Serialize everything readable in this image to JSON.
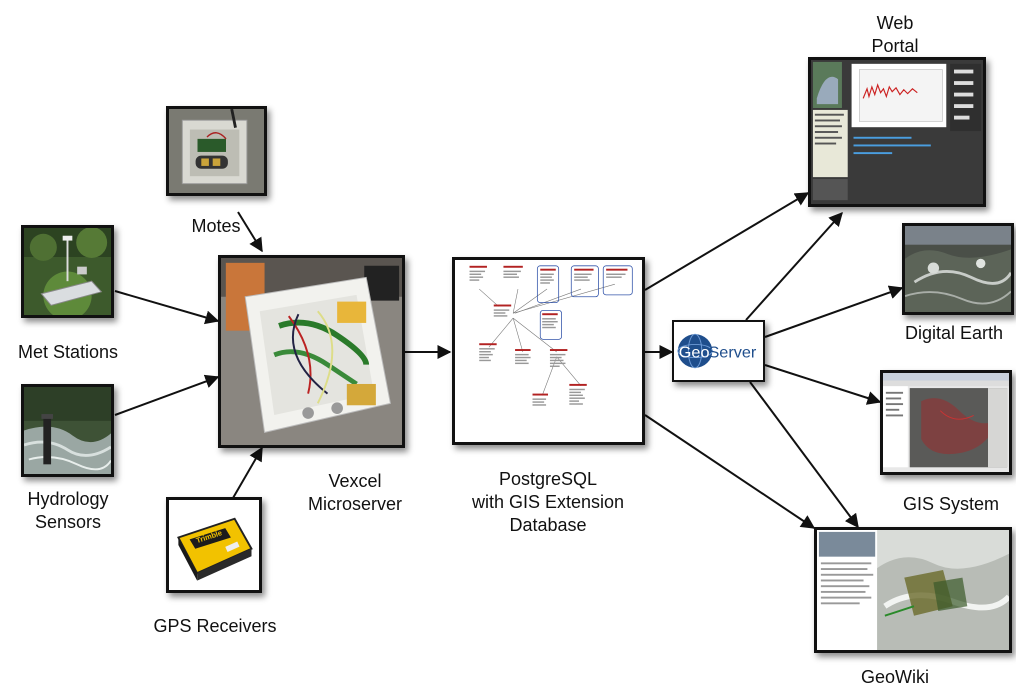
{
  "labels": {
    "motes": "Motes",
    "met_stations": "Met Stations",
    "hydrology_1": "Hydrology",
    "hydrology_2": "Sensors",
    "gps_receivers": "GPS Receivers",
    "vexcel_1": "Vexcel",
    "vexcel_2": "Microserver",
    "postgres_1": "PostgreSQL",
    "postgres_2": "with GIS Extension",
    "postgres_3": "Database",
    "web_portal_1": "Web",
    "web_portal_2": "Portal",
    "digital_earth": "Digital Earth",
    "gis_system": "GIS System",
    "geowiki": "GeoWiki"
  },
  "geoserver": {
    "logo_left": "Geo",
    "logo_right": "Server"
  },
  "gps_device": {
    "brand": "Trimble"
  },
  "colors": {
    "arrow": "#111111",
    "node_border": "#111111",
    "geoserver_blue": "#1f4e8c",
    "chart_line": "#cc2222",
    "db_entity_text": "#b22222",
    "db_group_border": "#3355aa"
  }
}
